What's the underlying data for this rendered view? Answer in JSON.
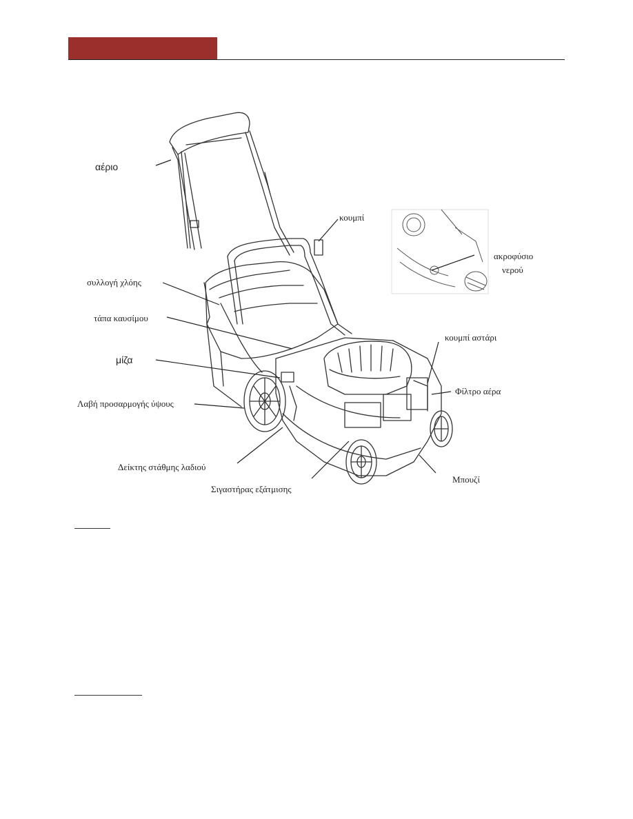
{
  "figure": {
    "labels": {
      "throttle": "αέριο",
      "button": "κουμπί",
      "grass_catcher": "συλλογή χλόης",
      "fuel_cap": "τάπα καυσίμου",
      "starter": "μίζα",
      "height_handle": "Λαβή προσαρμογής ύψους",
      "oil_dipstick": "Δείκτης στάθμης λαδιού",
      "muffler": "Σιγαστήρας εξάτμισης",
      "spark_plug": "Μπουζί",
      "air_filter": "Φίλτρο αέρα",
      "primer_button": "κουμπί αστάρι",
      "water_nozzle_1": "ακροφύσιο",
      "water_nozzle_2": "νερού"
    }
  }
}
